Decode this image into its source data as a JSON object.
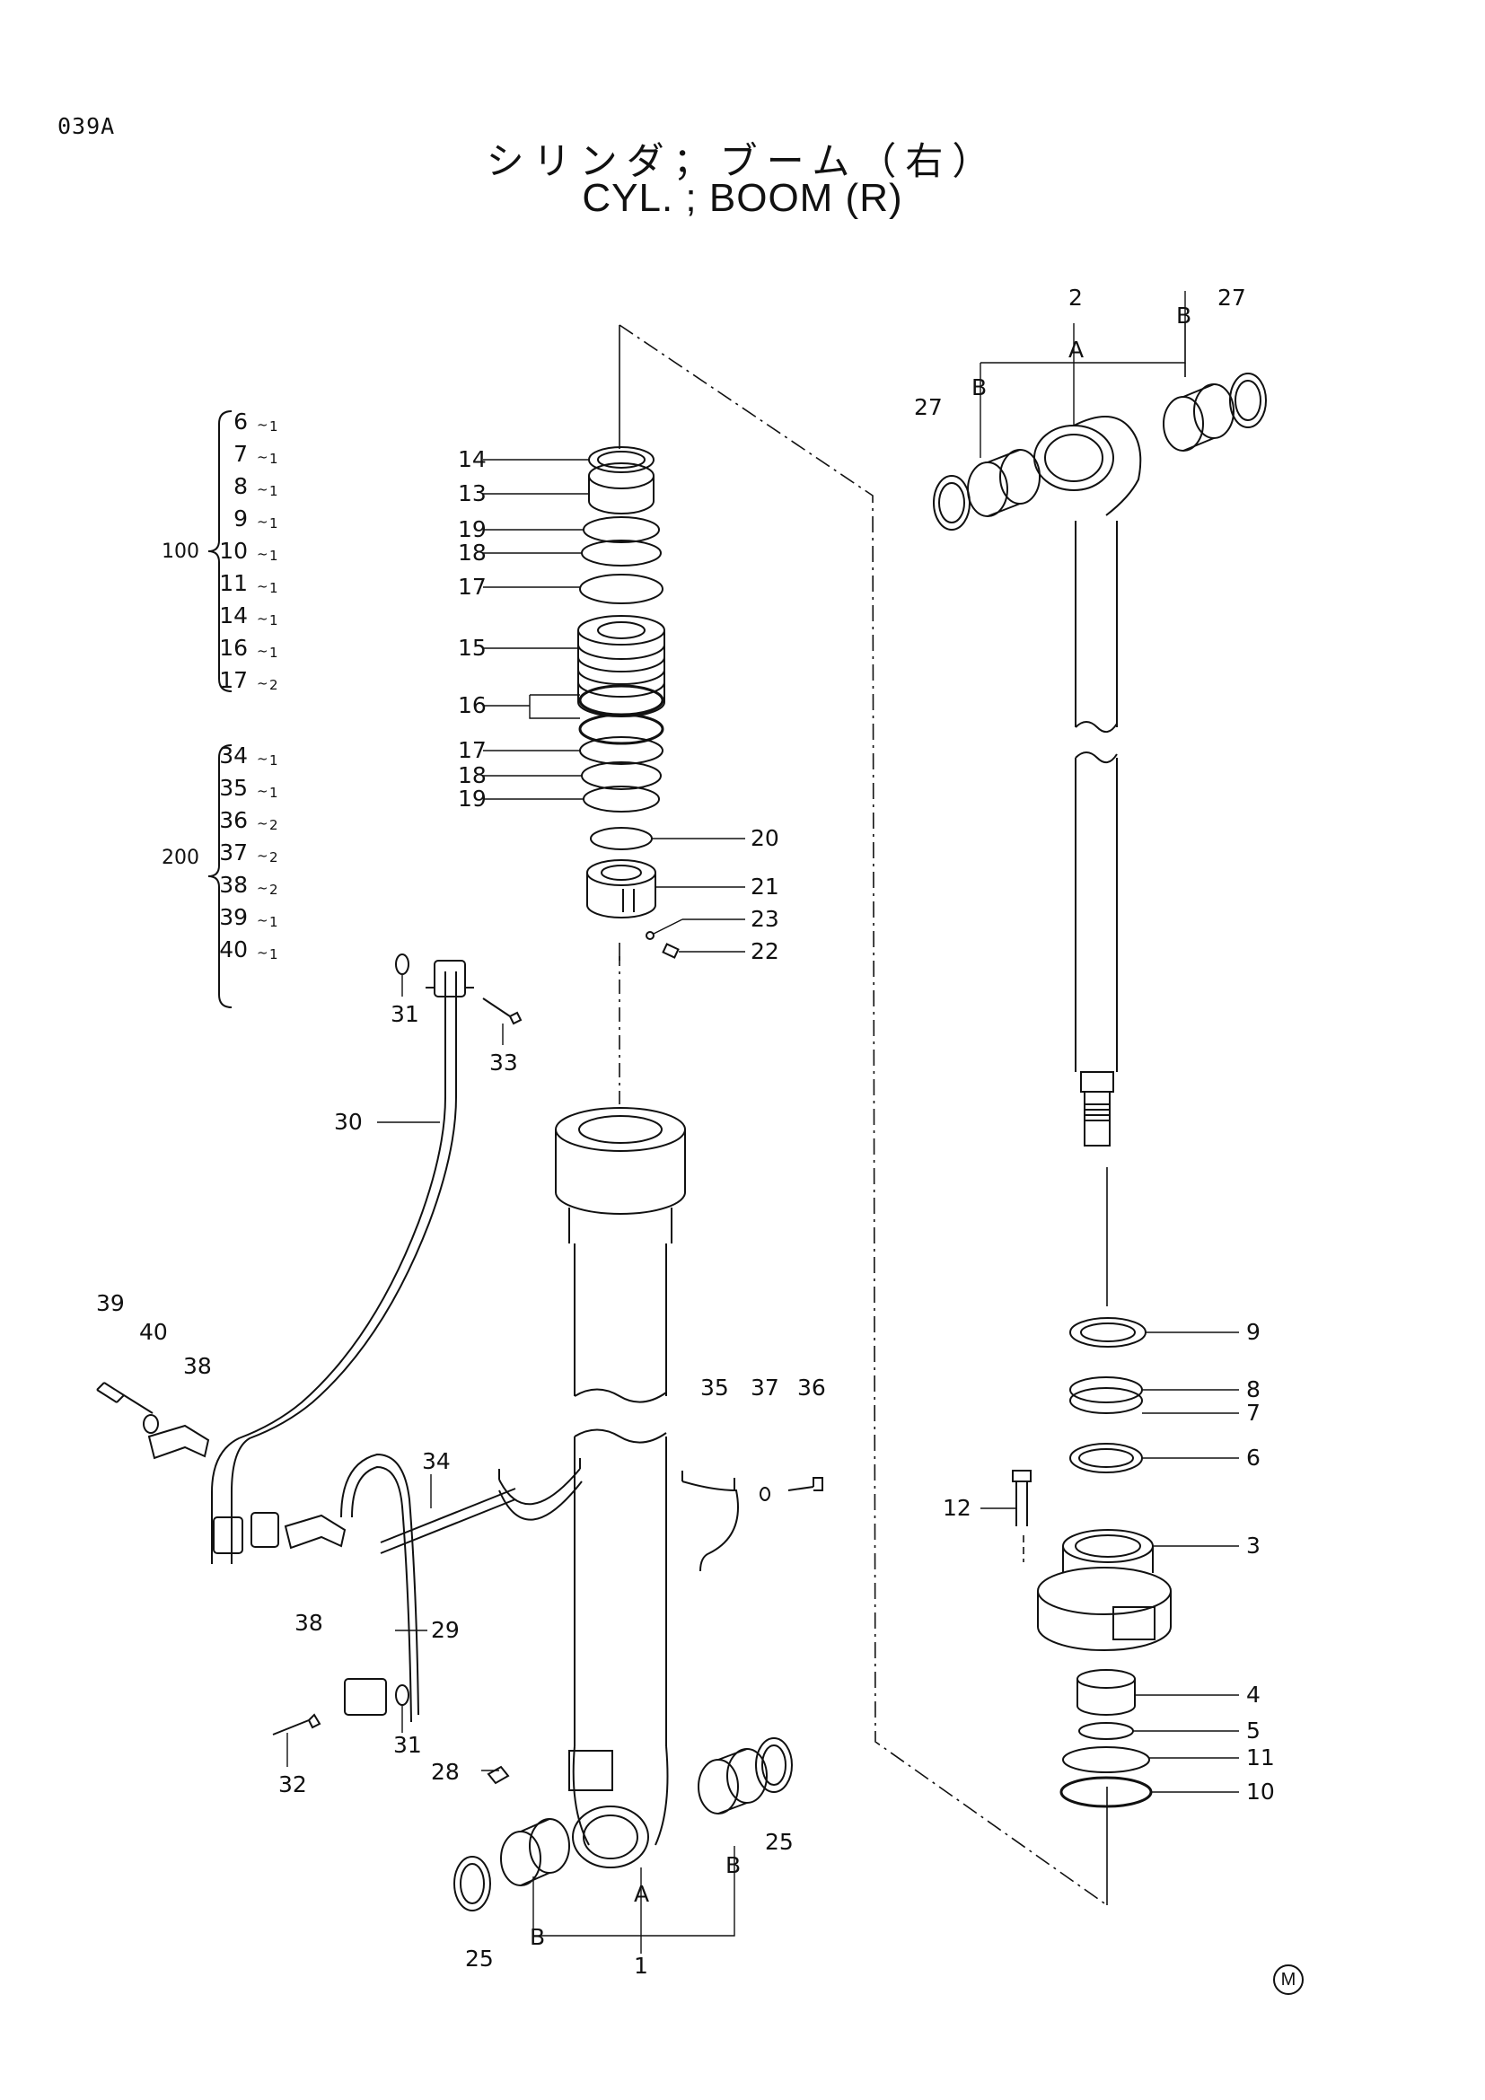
{
  "page_code": "039A",
  "title_jp": "シリンダ；ブーム（右）",
  "title_en": "CYL. ; BOOM  (R)",
  "copyright_mark": "M",
  "kit_100": {
    "number": "100",
    "items": [
      {
        "part": "6",
        "qty": "1"
      },
      {
        "part": "7",
        "qty": "1"
      },
      {
        "part": "8",
        "qty": "1"
      },
      {
        "part": "9",
        "qty": "1"
      },
      {
        "part": "10",
        "qty": "1"
      },
      {
        "part": "11",
        "qty": "1"
      },
      {
        "part": "14",
        "qty": "1"
      },
      {
        "part": "16",
        "qty": "1"
      },
      {
        "part": "17",
        "qty": "2"
      }
    ]
  },
  "kit_200": {
    "number": "200",
    "items": [
      {
        "part": "34",
        "qty": "1"
      },
      {
        "part": "35",
        "qty": "1"
      },
      {
        "part": "36",
        "qty": "2"
      },
      {
        "part": "37",
        "qty": "2"
      },
      {
        "part": "38",
        "qty": "2"
      },
      {
        "part": "39",
        "qty": "1"
      },
      {
        "part": "40",
        "qty": "1"
      }
    ]
  },
  "callouts": {
    "p1": "1",
    "p2": "2",
    "p3": "3",
    "p4": "4",
    "p5": "5",
    "p6": "6",
    "p7": "7",
    "p8": "8",
    "p9": "9",
    "p10": "10",
    "p11": "11",
    "p12": "12",
    "p13": "13",
    "p14": "14",
    "p15": "15",
    "p16": "16",
    "p17": "17",
    "p18": "18",
    "p19": "19",
    "p20": "20",
    "p21": "21",
    "p22": "22",
    "p23": "23",
    "p25": "25",
    "p27": "27",
    "p28": "28",
    "p29": "29",
    "p30": "30",
    "p31": "31",
    "p32": "32",
    "p33": "33",
    "p34": "34",
    "p35": "35",
    "p36": "36",
    "p37": "37",
    "p38": "38",
    "p39": "39",
    "p40": "40",
    "a": "A",
    "b": "B"
  }
}
